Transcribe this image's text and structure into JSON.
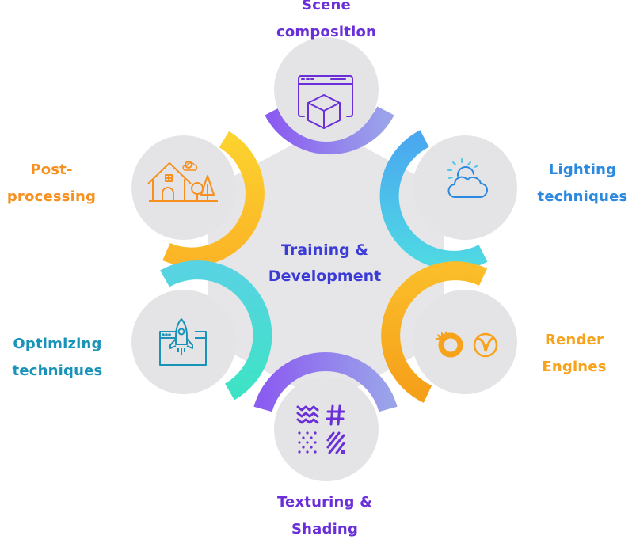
{
  "center": {
    "line1": "Training &",
    "line2": "Development",
    "color": "#3b3bd6"
  },
  "nodes": [
    {
      "id": "scene-composition",
      "label_line1": "Scene",
      "label_line2": "composition",
      "color": "#6a2fd8",
      "arc_colors": [
        "#8b5cf0",
        "#9aa3ea"
      ],
      "icon": "browser-cube-icon"
    },
    {
      "id": "lighting-techniques",
      "label_line1": "Lighting",
      "label_line2": "techniques",
      "color": "#2b8ae0",
      "arc_colors": [
        "#4aa8f0",
        "#4fd0e6"
      ],
      "icon": "sun-cloud-icon"
    },
    {
      "id": "render-engines",
      "label_line1": "Render",
      "label_line2": "Engines",
      "color": "#f7a21b",
      "arc_colors": [
        "#fbbf24",
        "#f59e0b"
      ],
      "icon": "render-engine-logos-icon"
    },
    {
      "id": "texturing-shading",
      "label_line1": "Texturing &",
      "label_line2": "Shading",
      "color": "#6a2fd8",
      "arc_colors": [
        "#8b5cf0",
        "#9aa3ea"
      ],
      "icon": "texture-patterns-icon"
    },
    {
      "id": "optimizing-techniques",
      "label_line1": "Optimizing",
      "label_line2": "techniques",
      "color": "#1a93b8",
      "arc_colors": [
        "#4fd6d8",
        "#3ee0c8"
      ],
      "icon": "rocket-browser-icon"
    },
    {
      "id": "post-processing",
      "label_line1": "Post-",
      "label_line2": "processing",
      "color": "#f7901e",
      "arc_colors": [
        "#fbbf24",
        "#fcd34d"
      ],
      "icon": "house-landscape-icon"
    }
  ],
  "colors": {
    "circle_fill": "#e4e4e6",
    "hub_fill": "#e6e6e8",
    "background": "#ffffff"
  }
}
